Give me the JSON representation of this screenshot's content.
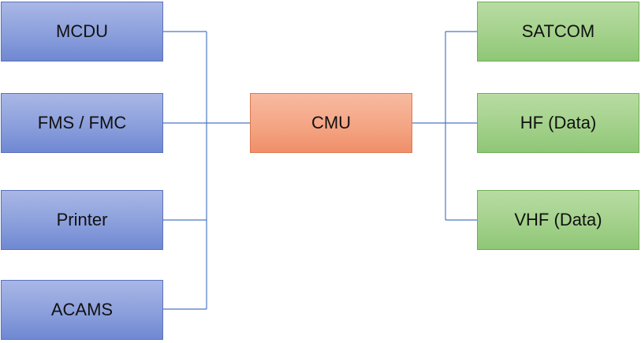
{
  "left_nodes": [
    "MCDU",
    "FMS / FMC",
    "Printer",
    "ACAMS"
  ],
  "center_node": "CMU",
  "right_nodes": [
    "SATCOM",
    "HF (Data)",
    "VHF (Data)"
  ],
  "colors": {
    "left_fill": "#8b9fdc",
    "center_fill": "#f4a584",
    "right_fill": "#a3d18b",
    "connector": "#4a78c2"
  }
}
